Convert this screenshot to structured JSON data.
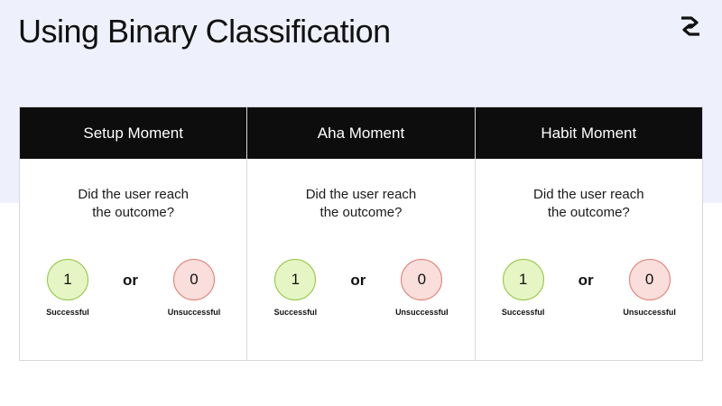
{
  "slide": {
    "title": "Using Binary Classification",
    "colors": {
      "band": "#eef0fc",
      "header": "#0d0d0d",
      "success_fill": "#e5f5c4",
      "success_border": "#93c640",
      "fail_fill": "#fadedb",
      "fail_border": "#e07e72"
    }
  },
  "cards": [
    {
      "header": "Setup Moment",
      "question_line1": "Did the user reach",
      "question_line2": "the outcome?",
      "success_value": "1",
      "success_label": "Successful",
      "or_text": "or",
      "fail_value": "0",
      "fail_label": "Unsuccessful"
    },
    {
      "header": "Aha Moment",
      "question_line1": "Did the user reach",
      "question_line2": "the outcome?",
      "success_value": "1",
      "success_label": "Successful",
      "or_text": "or",
      "fail_value": "0",
      "fail_label": "Unsuccessful"
    },
    {
      "header": "Habit Moment",
      "question_line1": "Did the user reach",
      "question_line2": "the outcome?",
      "success_value": "1",
      "success_label": "Successful",
      "or_text": "or",
      "fail_value": "0",
      "fail_label": "Unsuccessful"
    }
  ]
}
